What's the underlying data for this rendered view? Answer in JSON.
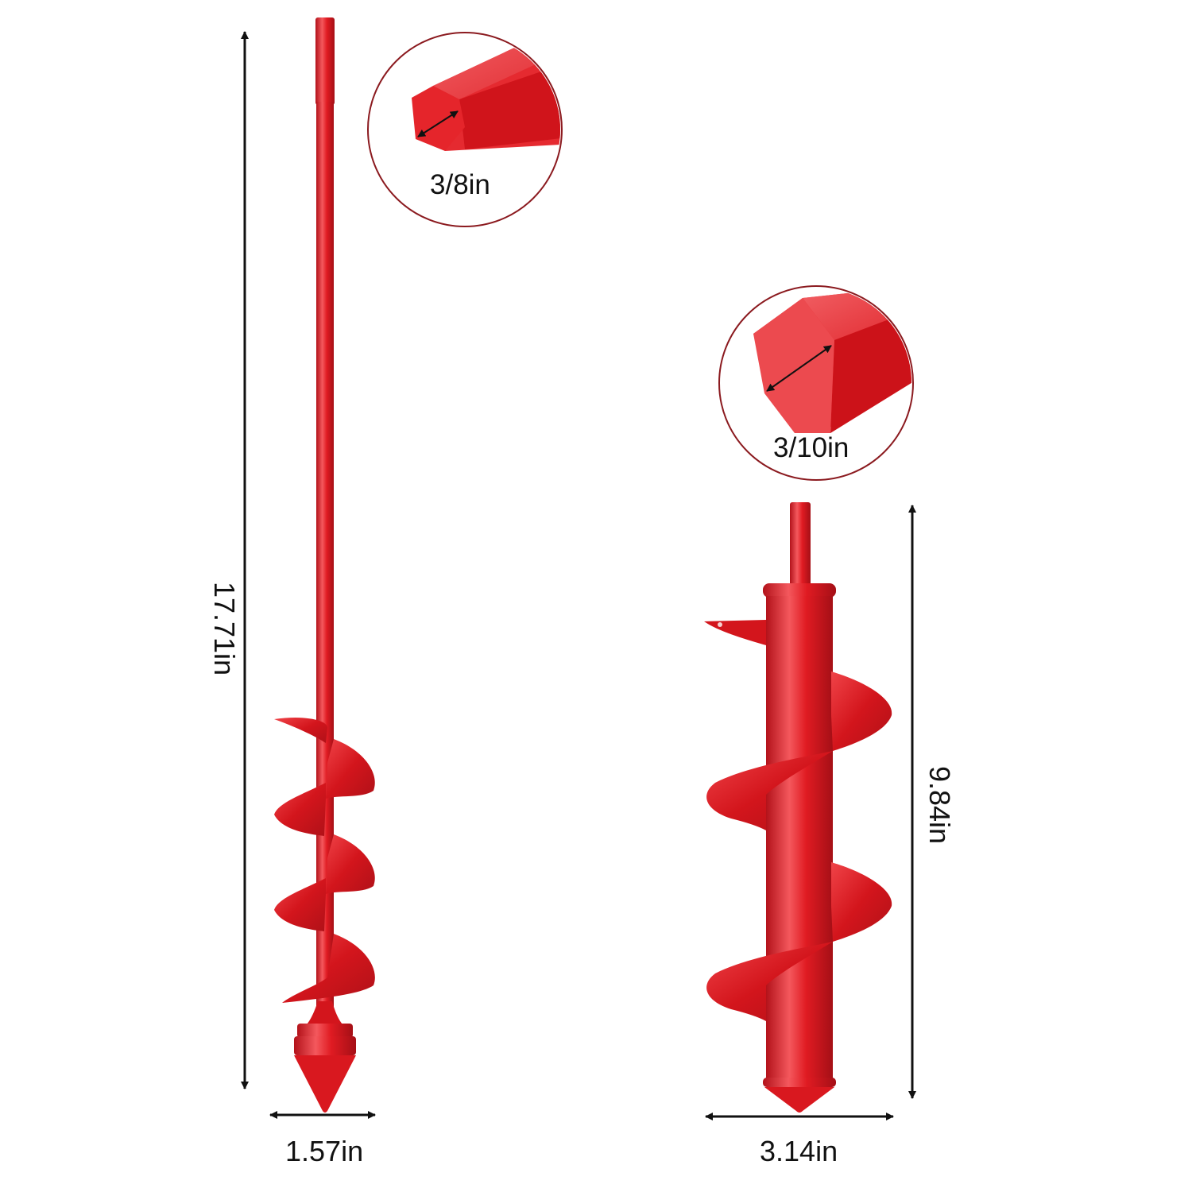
{
  "products": [
    {
      "id": "long-auger",
      "length_label": "17.71in",
      "width_label": "1.57in",
      "shaft_size_label": "3/8in"
    },
    {
      "id": "short-auger",
      "length_label": "9.84in",
      "width_label": "3.14in",
      "shaft_size_label": "3/10in"
    }
  ],
  "colors": {
    "auger_red": "#e01b22",
    "auger_dark": "#b3121a",
    "auger_light": "#f26a6e",
    "circle_border": "#8b1a1f",
    "arrow": "#111111"
  }
}
